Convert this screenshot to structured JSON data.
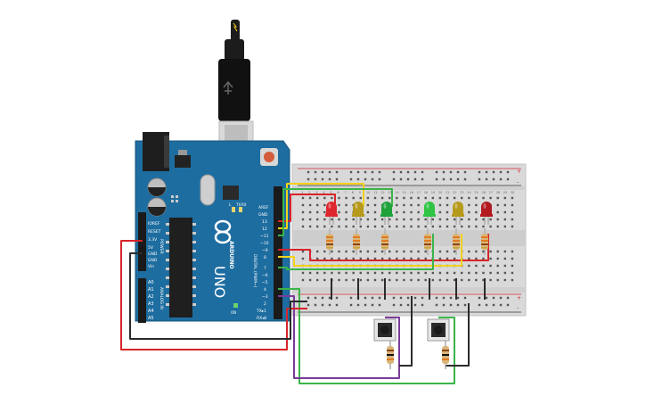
{
  "board": {
    "logo": "ARDUINO",
    "model": "UNO",
    "labels": {
      "ioref": "IOREF",
      "reset": "RESET",
      "v33": "3.3V",
      "v5": "5V",
      "gnd1": "GND",
      "gnd2": "GND",
      "vin": "Vin",
      "power": "POWER",
      "analog_in": "ANALOG IN",
      "a0": "A0",
      "a1": "A1",
      "a2": "A2",
      "a3": "A3",
      "a4": "A4",
      "a5": "A5",
      "aref": "AREF",
      "gnd_top": "GND",
      "p13": "13",
      "p12": "12",
      "p11": "~11",
      "p10": "~10",
      "p9": "~9",
      "p8": "8",
      "p7": "7",
      "p6": "~6",
      "p5": "~5",
      "p4": "4",
      "p3": "~3",
      "p2": "2",
      "tx": "TX▸1",
      "rx": "RX◂0",
      "digital": "DIGITAL (PWM~)",
      "led_l": "L",
      "led_tx": "TX",
      "led_rx": "RX",
      "on": "ON"
    }
  },
  "breadboard": {
    "col_numbers": [
      "1",
      "2",
      "3",
      "4",
      "5",
      "6",
      "7",
      "8",
      "9",
      "10",
      "11",
      "12",
      "13",
      "14",
      "15",
      "16",
      "17",
      "18",
      "19",
      "20",
      "21",
      "22",
      "23",
      "24",
      "25",
      "26",
      "27",
      "28",
      "29",
      "30"
    ],
    "plus": "+",
    "minus": "-"
  },
  "leds": [
    {
      "name": "red",
      "color": "#e0262d"
    },
    {
      "name": "yellow",
      "color": "#b59a1b"
    },
    {
      "name": "green",
      "color": "#1fa23a"
    },
    {
      "name": "green",
      "color": "#2fc444"
    },
    {
      "name": "yellow",
      "color": "#b59a1b"
    },
    {
      "name": "red",
      "color": "#b21a20"
    }
  ],
  "wire_colors": {
    "red": "#d6242a",
    "black": "#2b2b2b",
    "yellow": "#f2d21b",
    "green": "#3bb44a",
    "purple": "#7a3b9a"
  }
}
